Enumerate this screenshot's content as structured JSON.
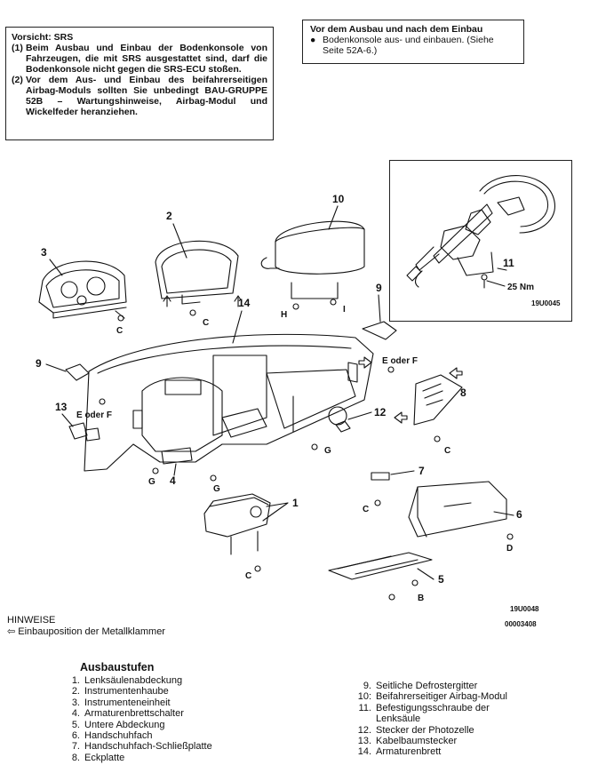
{
  "warning": {
    "title": "Vorsicht: SRS",
    "items": [
      {
        "num": "(1)",
        "text": "Beim Ausbau und Einbau der Bodenkonsole von Fahrzeugen, die mit SRS ausgestattet sind, darf die Bodenkonsole nicht gegen die SRS-ECU stoßen."
      },
      {
        "num": "(2)",
        "text": "Vor dem Aus- und Einbau des beifahrerseitigen Airbag-Moduls sollten Sie unbedingt BAU-GRUPPE 52B – Wartungshinweise, Airbag-Modul und Wickelfeder heranziehen."
      }
    ]
  },
  "note": {
    "title": "Vor dem Ausbau und nach dem Einbau",
    "bullet": "●",
    "text": "Bodenkonsole aus- und einbauen. (Siehe Seite 52A-6.)"
  },
  "diagram": {
    "labels": {
      "n1": "1",
      "n2": "2",
      "n3": "3",
      "n4": "4",
      "n5": "5",
      "n6": "6",
      "n7": "7",
      "n8": "8",
      "n9a": "9",
      "n9b": "9",
      "n10": "10",
      "n11": "11",
      "n12": "12",
      "n13": "13",
      "n14": "14"
    },
    "fasteners": {
      "c_3": "C",
      "c_2": "C",
      "h": "H",
      "i": "I",
      "ef_top": "E oder F",
      "ef_left": "E oder F",
      "g_1": "G",
      "g_2": "G",
      "g_3": "G",
      "c_8": "C",
      "c_7": "C",
      "d": "D",
      "c_1": "C",
      "b": "B"
    },
    "torque": "25 Nm",
    "inset_code": "19U0045",
    "fig_code": "19U0048",
    "doc_code": "00003408"
  },
  "hints": {
    "title": "HINWEISE",
    "arrow": "⇦",
    "text": "Einbauposition der Metallklammer"
  },
  "steps": {
    "title": "Ausbaustufen",
    "left": [
      {
        "n": "1.",
        "t": "Lenksäulenabdeckung"
      },
      {
        "n": "2.",
        "t": "Instrumentenhaube"
      },
      {
        "n": "3.",
        "t": "Instrumenteneinheit"
      },
      {
        "n": "4.",
        "t": "Armaturenbrettschalter"
      },
      {
        "n": "5.",
        "t": "Untere Abdeckung"
      },
      {
        "n": "6.",
        "t": "Handschuhfach"
      },
      {
        "n": "7.",
        "t": "Handschuhfach-Schließplatte"
      },
      {
        "n": "8.",
        "t": "Eckplatte"
      }
    ],
    "right": [
      {
        "n": "9.",
        "t": "Seitliche Defrostergitter"
      },
      {
        "n": "10:",
        "t": "Beifahrerseitiger Airbag-Modul"
      },
      {
        "n": "11.",
        "t": "Befestigungsschraube der"
      },
      {
        "n": "",
        "t": "Lenksäule"
      },
      {
        "n": "12.",
        "t": "Stecker der Photozelle"
      },
      {
        "n": "13.",
        "t": "Kabelbaumstecker"
      },
      {
        "n": "14.",
        "t": "Armaturenbrett"
      }
    ]
  }
}
